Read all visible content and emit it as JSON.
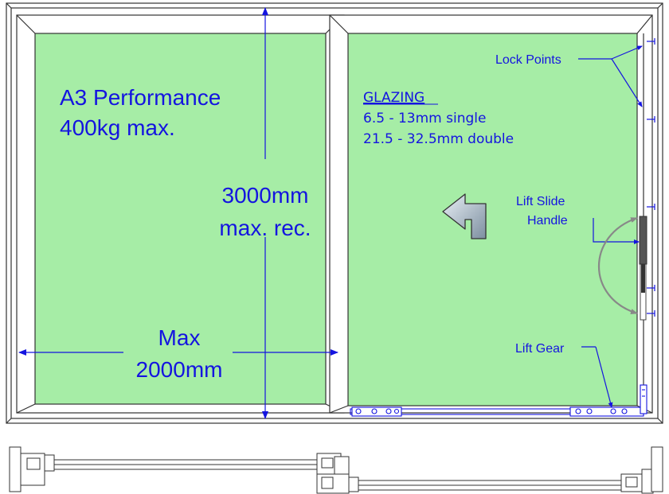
{
  "left_panel": {
    "rating_line1": "A3 Performance",
    "rating_line2": "400kg max."
  },
  "height_dim": {
    "line1": "3000mm",
    "line2": "max. rec."
  },
  "width_dim": {
    "line1": "Max",
    "line2": "2000mm"
  },
  "glazing": {
    "heading": "GLAZING",
    "line1": "6.5 - 13mm single",
    "line2": "21.5 - 32.5mm double"
  },
  "callouts": {
    "lock_points": "Lock Points",
    "lift_slide_line1": "Lift Slide",
    "lift_slide_line2": "Handle",
    "lift_gear": "Lift Gear"
  },
  "icons": {
    "slide_direction": "turn-left-arrow-icon",
    "handle_swing": "curved-double-arrow-icon"
  },
  "colors": {
    "glass": "#a6eda6",
    "annotation": "#1414e0",
    "frame_line": "#333333"
  }
}
